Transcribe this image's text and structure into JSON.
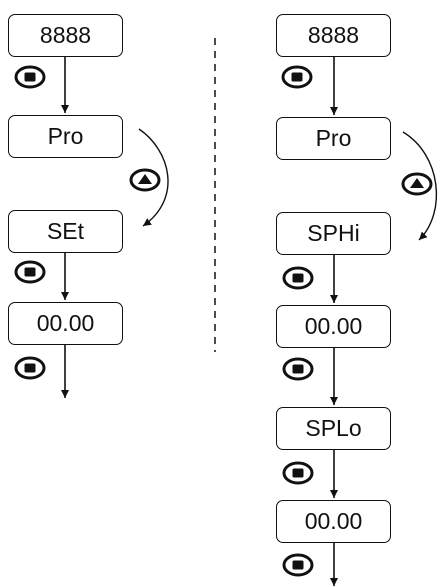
{
  "left_column": {
    "boxes": [
      "8888",
      "Pro",
      "SEt",
      "00.00"
    ],
    "buttons": [
      "enter",
      "up",
      "enter",
      "enter"
    ]
  },
  "right_column": {
    "boxes": [
      "8888",
      "Pro",
      "SPHi",
      "00.00",
      "SPLo",
      "00.00"
    ],
    "buttons": [
      "enter",
      "up",
      "enter",
      "enter",
      "enter",
      "enter"
    ]
  },
  "separator": {
    "style": "dashed",
    "color": "#111111"
  },
  "icons": {
    "enter": "enter-square-button-icon",
    "up": "up-triangle-button-icon"
  },
  "colors": {
    "line": "#111111",
    "background": "#ffffff"
  }
}
